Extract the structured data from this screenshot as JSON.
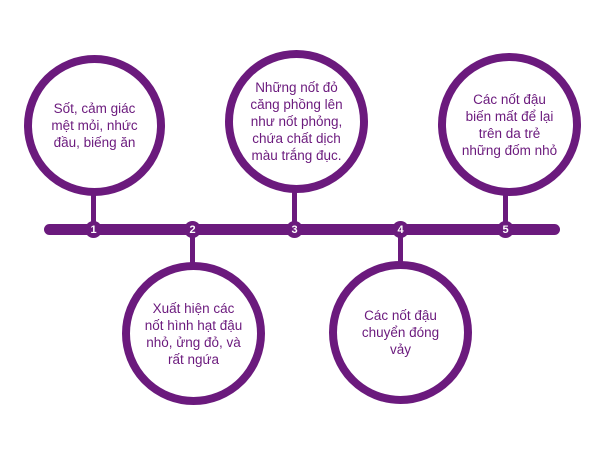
{
  "theme": {
    "accent": "#6b1a7d",
    "text_color": "#6b1a7d"
  },
  "stages": [
    {
      "number": "1",
      "text": "Sốt, cảm giác mệt mỏi, nhức đầu, biếng ăn"
    },
    {
      "number": "2",
      "text": "Xuất hiện các nốt hình hạt đậu nhỏ, ửng đỏ, và rất ngứa"
    },
    {
      "number": "3",
      "text": "Những nốt đỏ căng phồng lên như nốt phỏng, chứa chất dịch màu trắng đục."
    },
    {
      "number": "4",
      "text": "Các nốt đậu chuyển đóng vảy"
    },
    {
      "number": "5",
      "text": "Các nốt đậu biến mất để lại trên da trẻ những đốm nhỏ"
    }
  ]
}
